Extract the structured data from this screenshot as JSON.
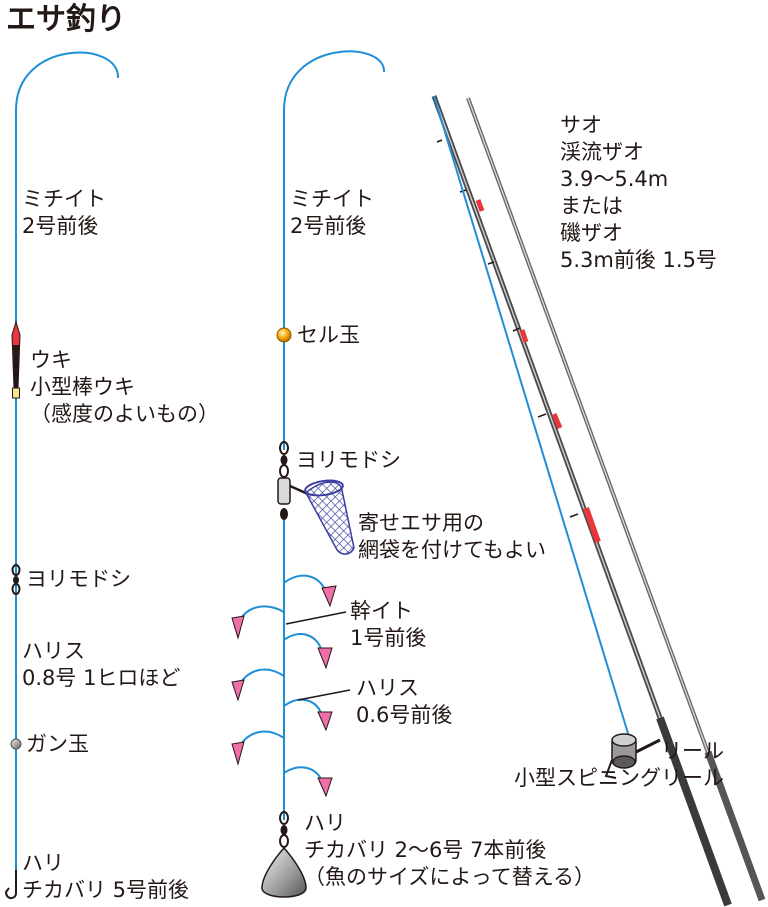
{
  "title": "エサ釣り",
  "left_rig": {
    "michiito": "ミチイト\n2号前後",
    "uki": "ウキ\n小型棒ウキ\n（感度のよいもの）",
    "swivel": "ヨリモドシ",
    "harisu": "ハリス\n0.8号 1ヒロほど",
    "sinker": "ガン玉",
    "hook": "ハリ\nチカバリ 5号前後"
  },
  "right_rig": {
    "michiito": "ミチイト\n2号前後",
    "bead": "セル玉",
    "swivel": "ヨリモドシ",
    "net_bag": "寄せエサ用の\n網袋を付けてもよい",
    "mikiito": "幹イト\n1号前後",
    "harisu": "ハリス\n0.6号前後",
    "hook": "ハリ\nチカバリ 2〜6号 7本前後\n（魚のサイズによって替える）"
  },
  "rod": {
    "label": "サオ\n渓流ザオ\n3.9〜5.4m\nまたは\n磯ザオ\n5.3m前後 1.5号"
  },
  "reel": {
    "label": "リール\n小型スピニングリール"
  },
  "colors": {
    "line": "#1e8fd6",
    "rod": "#4a4a4a",
    "accent_red": "#e8383d",
    "lure_pink": "#f06ea9",
    "net": "#3b3ea0",
    "bead": "#f6a500"
  }
}
